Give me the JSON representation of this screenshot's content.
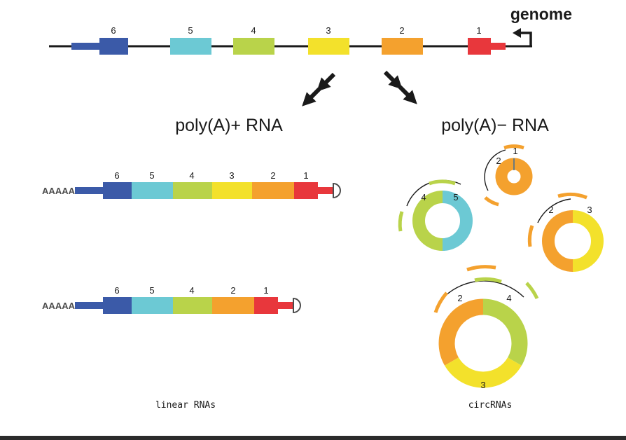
{
  "colors": {
    "exon1": "#e8373c",
    "exon2": "#f4a12e",
    "exon3": "#f3e12b",
    "exon4": "#b9d34a",
    "exon5": "#6cc9d4",
    "exon6": "#3b5aa8",
    "line": "#1a1a1a",
    "tail": "#3b5aa8",
    "text": "#1a1a1a"
  },
  "genome": {
    "title": "genome",
    "exon_labels": [
      "1",
      "2",
      "3",
      "4",
      "5",
      "6"
    ]
  },
  "branches": {
    "polyA_plus_label": "poly(A)+ RNA",
    "polyA_minus_label": "poly(A)− RNA"
  },
  "linear": {
    "polyA_tail": "AAAAA",
    "transcript1_labels": [
      "1",
      "2",
      "3",
      "4",
      "5",
      "6"
    ],
    "transcript2_labels": [
      "1",
      "2",
      "4",
      "5",
      "6"
    ],
    "caption": "linear RNAs"
  },
  "circ": {
    "caption": "circRNAs",
    "circ1_labels": [
      "1",
      "2"
    ],
    "circ2_labels": [
      "4",
      "5"
    ],
    "circ3_labels": [
      "2",
      "3"
    ],
    "circ4_labels": [
      "2",
      "3",
      "4"
    ]
  }
}
